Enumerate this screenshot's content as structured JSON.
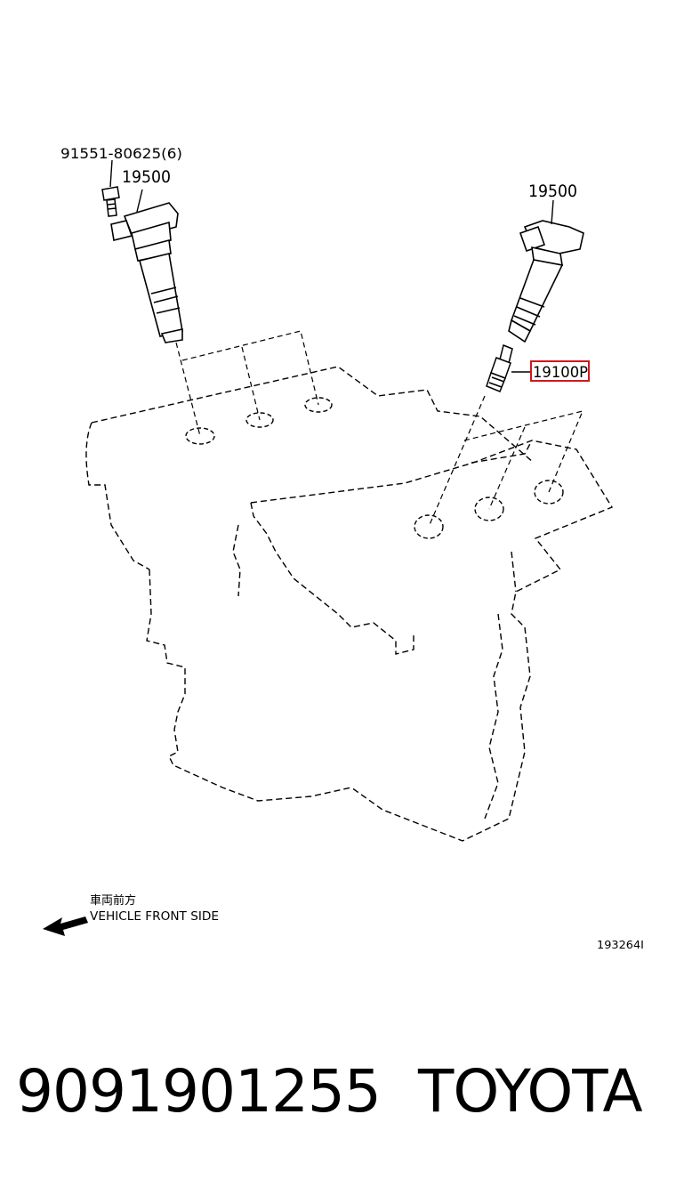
{
  "labels": {
    "bolt_part": "91551-80625(6)",
    "coil_left": "19500",
    "coil_right": "19500",
    "spark_plug": "19100P",
    "direction_jp": "車両前方",
    "direction_en": "VEHICLE FRONT SIDE",
    "figure_id": "193264I"
  },
  "footer": {
    "part_number": "9091901255",
    "brand": "TOYOTA"
  },
  "colors": {
    "highlight": "#d4161d",
    "line": "#000000"
  }
}
